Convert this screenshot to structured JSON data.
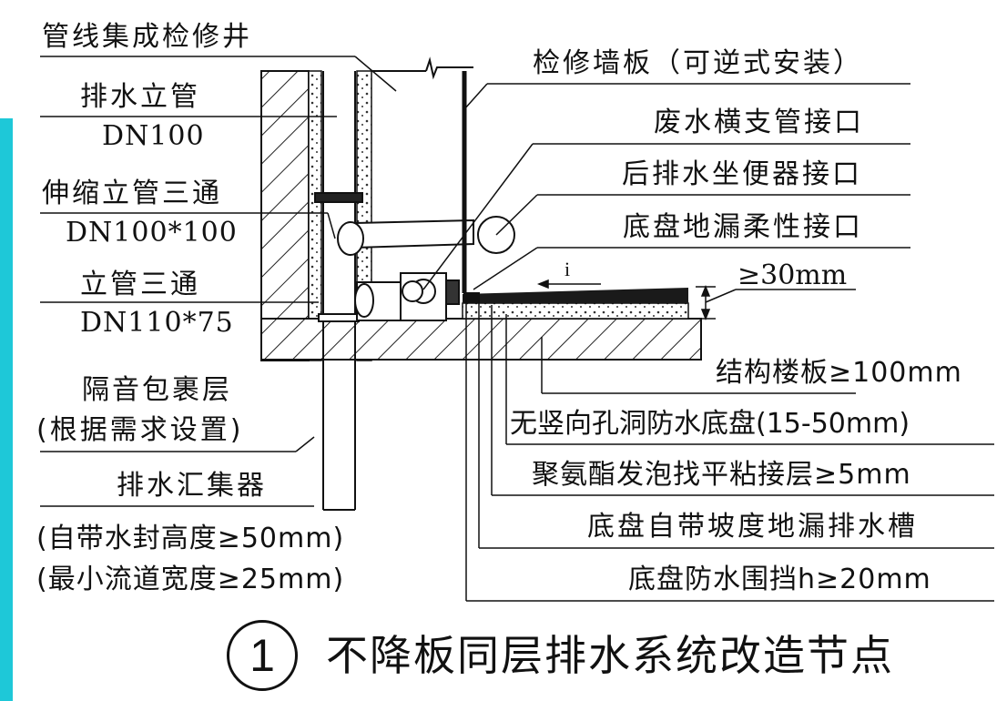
{
  "colors": {
    "accent": "#1ec8d8",
    "ink": "#111111",
    "hatch": "#222222",
    "membrane": "#1a1a1a"
  },
  "labels": {
    "well": "管线集成检修井",
    "riser": "排水立管",
    "riser_size": "DN100",
    "expansion_tee": "伸缩立管三通",
    "expansion_tee_size": "DN100*100",
    "riser_tee": "立管三通",
    "riser_tee_size": "DN110*75",
    "insulation": "隔音包裹层",
    "insulation_note": "(根据需求设置)",
    "collector": "排水汇集器",
    "collector_note1": "(自带水封高度≥50mm)",
    "collector_note2": "(最小流道宽度≥25mm)",
    "access_panel": "检修墙板（可逆式安装）",
    "waste_branch": "废水横支管接口",
    "toilet_interface": "后排水坐便器接口",
    "drain_interface": "底盘地漏柔性接口",
    "thickness": "≥30mm",
    "slope": "i",
    "slab": "结构楼板≥100mm",
    "base_tray": "无竖向孔洞防水底盘(15-50mm)",
    "foam_layer": "聚氨酯发泡找平粘接层≥5mm",
    "trough": "底盘自带坡度地漏排水槽",
    "dam": "底盘防水围挡h≥20mm"
  },
  "caption": {
    "number": "1",
    "title": "不降板同层排水系统改造节点"
  }
}
